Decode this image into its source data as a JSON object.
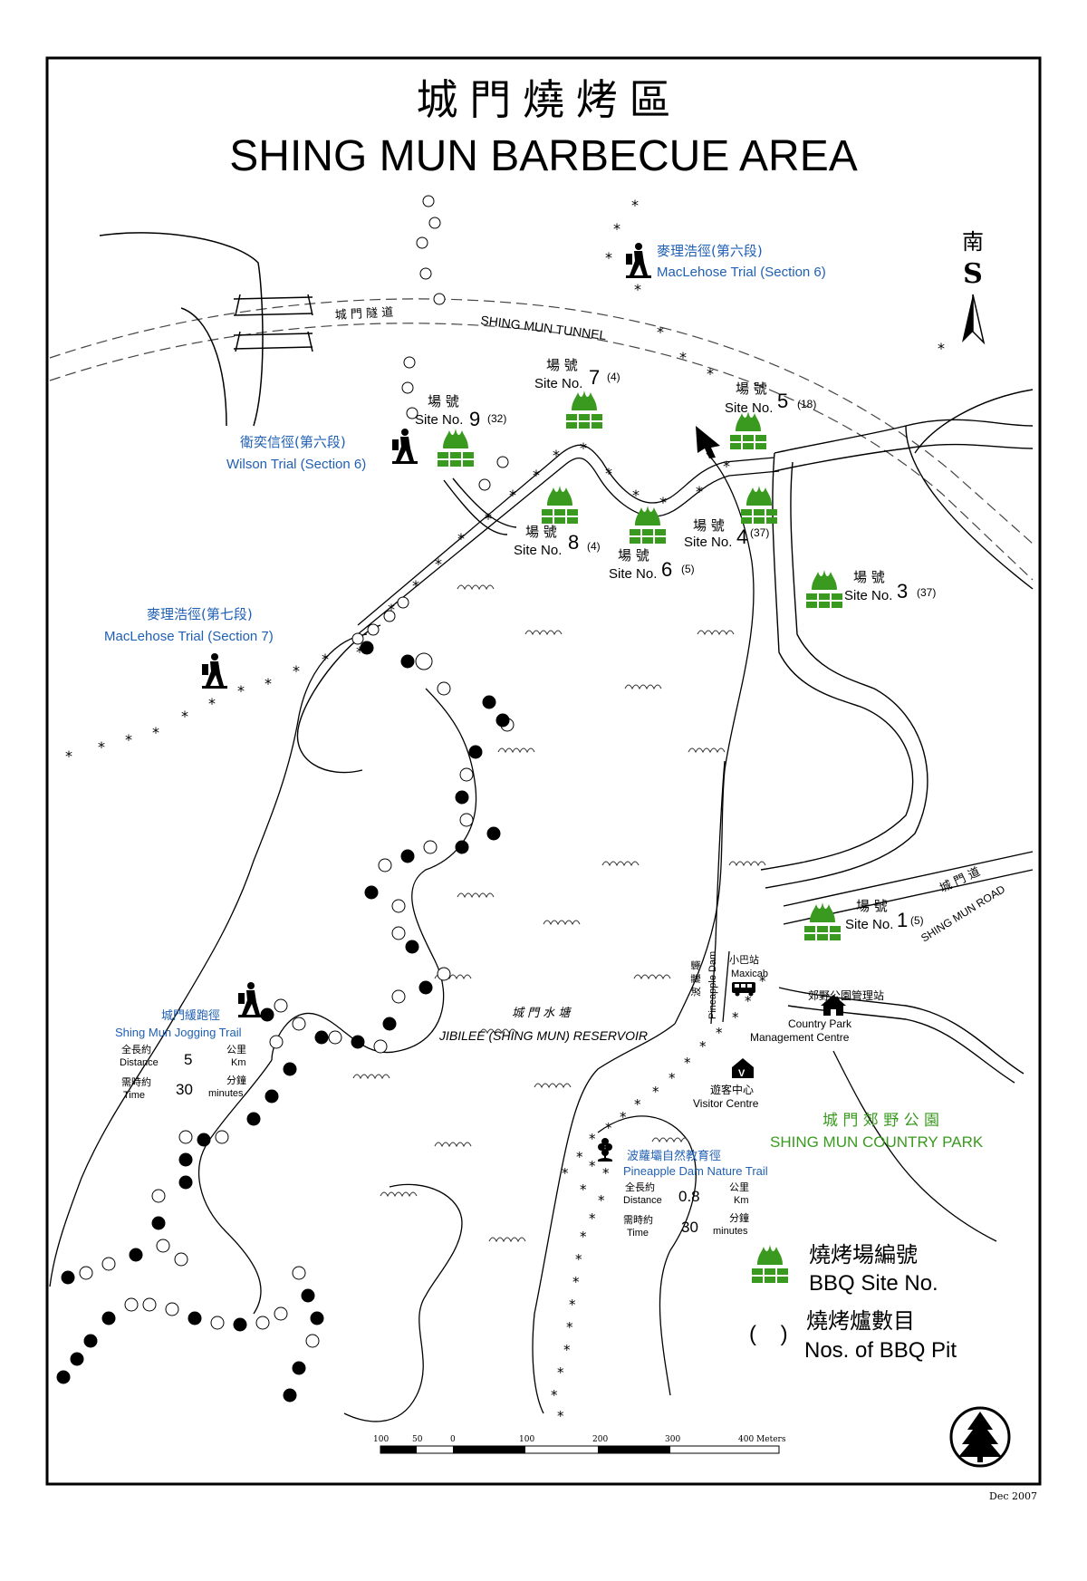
{
  "title": {
    "zh": "城 門 燒 烤 區",
    "en": "SHING MUN BARBECUE AREA"
  },
  "compass": {
    "zh": "南",
    "letter": "S"
  },
  "tunnel": {
    "zh": "城 門 隧 道",
    "en": "SHING MUN TUNNEL"
  },
  "road": {
    "zh": "城 門 道",
    "en": "SHING MUN ROAD"
  },
  "trails": {
    "maclehose6": {
      "zh": "麥理浩徑(第六段)",
      "en": "MacLehose Trial (Section 6)"
    },
    "maclehose7": {
      "zh": "麥理浩徑(第七段)",
      "en": "MacLehose Trial (Section 7)"
    },
    "wilson6": {
      "zh": "衛奕信徑(第六段)",
      "en": "Wilson Trial (Section 6)"
    },
    "jogging": {
      "zh": "城門緩跑徑",
      "en": "Shing Mun Jogging Trail",
      "distance_zh": "全長約",
      "distance_en": "Distance",
      "distance_value": "5",
      "distance_unit_zh": "公里",
      "distance_unit_en": "Km",
      "time_zh": "需時約",
      "time_en": "Time",
      "time_value": "30",
      "time_unit_zh": "分鐘",
      "time_unit_en": "minutes"
    },
    "pineapple": {
      "zh": "波蘿壩自然教育徑",
      "en": "Pineapple Dam Nature Trail",
      "distance_zh": "全長約",
      "distance_en": "Distance",
      "distance_value": "0.8",
      "distance_unit_zh": "公里",
      "distance_unit_en": "Km",
      "time_zh": "需時約",
      "time_en": "Time",
      "time_value": "30",
      "time_unit_zh": "分鐘",
      "time_unit_en": "minutes"
    }
  },
  "site_label_zh": "場 號",
  "site_label_en": "Site No.",
  "sites": [
    {
      "no": "1",
      "pits": "(5)"
    },
    {
      "no": "3",
      "pits": "(37)"
    },
    {
      "no": "4",
      "pits": "(37)"
    },
    {
      "no": "5",
      "pits": "(18)"
    },
    {
      "no": "6",
      "pits": "(5)"
    },
    {
      "no": "7",
      "pits": "(4)"
    },
    {
      "no": "8",
      "pits": "(4)"
    },
    {
      "no": "9",
      "pits": "(32)"
    }
  ],
  "reservoir": {
    "zh": "城 門 水 塘",
    "en": "JIBILEE (SHING MUN) RESERVOIR"
  },
  "dam": {
    "zh": "波 蘿 壩",
    "en": "Pineapple Dam"
  },
  "maxicab": {
    "zh": "小巴站",
    "en": "Maxicab"
  },
  "management": {
    "zh": "郊野公園管理站",
    "en_line1": "Country Park",
    "en_line2": "Management Centre"
  },
  "visitor": {
    "zh": "遊客中心",
    "en": "Visitor Centre",
    "icon_letter": "V"
  },
  "country_park": {
    "zh": "城 門 郊 野 公 園",
    "en": "SHING  MUN  COUNTRY  PARK"
  },
  "legend": {
    "site_zh": "燒烤場編號",
    "site_en": "BBQ Site No.",
    "pit_symbol": "(    )",
    "pit_zh": "燒烤爐數目",
    "pit_en": "Nos. of BBQ Pit"
  },
  "scale": {
    "ticks": [
      "100",
      "50",
      "0",
      "100",
      "200",
      "300",
      "400 Meters"
    ]
  },
  "date": "Dec 2007",
  "colors": {
    "site_green": "#3a9a1f",
    "trail_blue": "#1f5fb4",
    "border": "#000000"
  },
  "icons": [
    "hiker-icon",
    "jogger-icon",
    "bbq-site-icon",
    "bus-icon",
    "house-icon",
    "visitor-centre-icon",
    "flower-icon",
    "tree-emblem-icon",
    "north-arrow-icon"
  ]
}
